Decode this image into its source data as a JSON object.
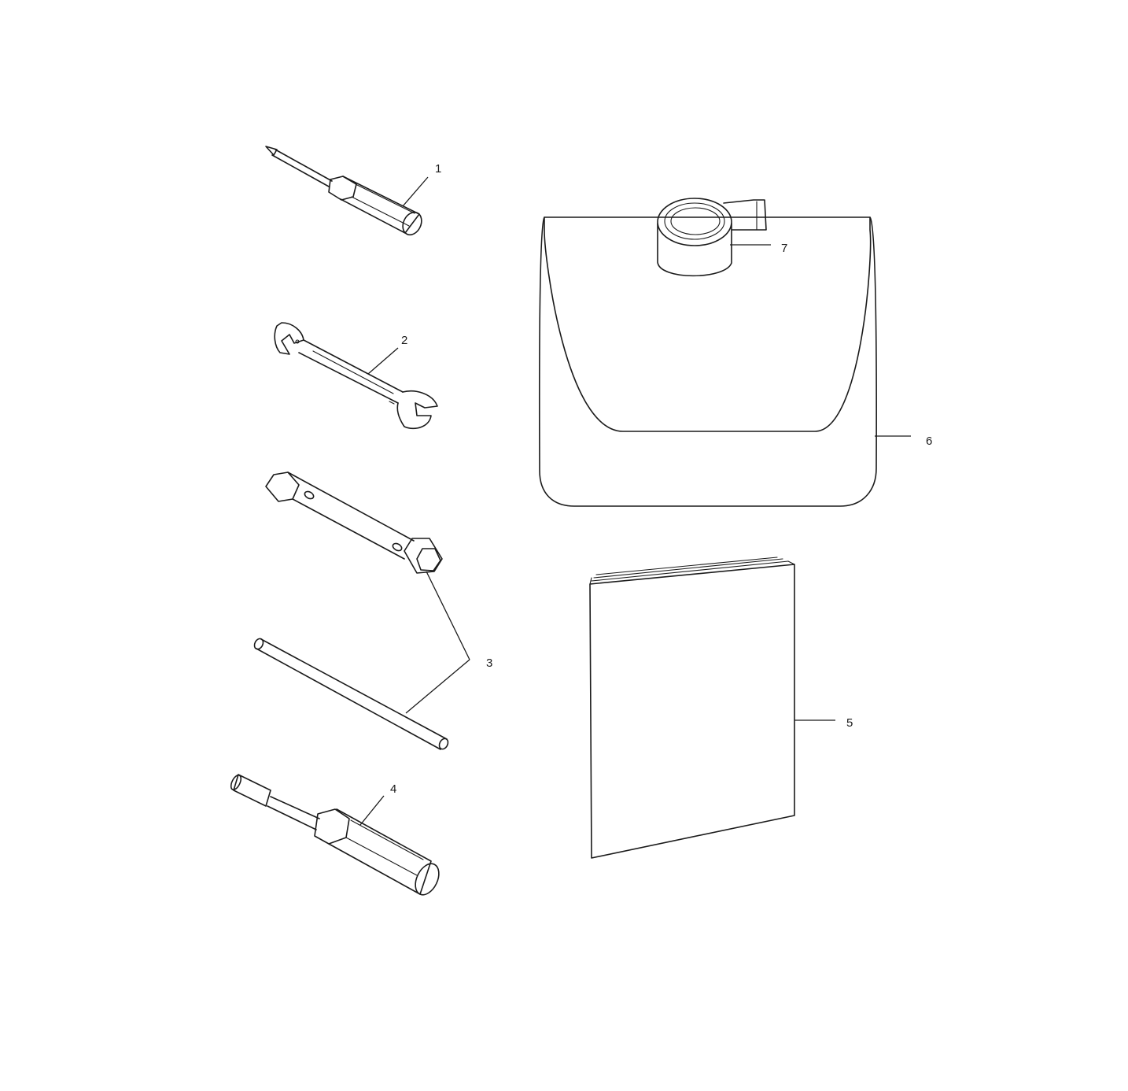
{
  "callouts": {
    "c1": "1",
    "c2": "2",
    "c3": "3",
    "c4": "4",
    "c5": "5",
    "c6": "6",
    "c7": "7"
  },
  "colors": {
    "ink": "#1a1a1a",
    "background": "#ffffff"
  }
}
